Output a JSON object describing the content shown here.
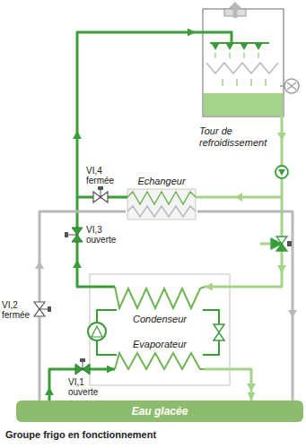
{
  "diagram": {
    "caption": "Groupe frigo en fonctionnement",
    "nodes": [
      {
        "text": [
          "Tour de refroidissement"
        ]
      },
      {
        "text": [
          "Echangeur"
        ]
      },
      {
        "text": [
          "Condenseur"
        ]
      },
      {
        "text": [
          "Evaporateur"
        ]
      },
      {
        "text": [
          "Eau glacée"
        ]
      }
    ],
    "edges": [
      {
        "from": 4,
        "to": 3,
        "arrow": "to"
      },
      {
        "from": 3,
        "to": 4,
        "arrow": "to"
      },
      {
        "from": 2,
        "to": 0,
        "arrow": "to"
      },
      {
        "from": 0,
        "to": 2,
        "arrow": "to"
      },
      {
        "from": 4,
        "to": 1,
        "arrow": "none"
      },
      {
        "from": 1,
        "to": 4,
        "arrow": "none"
      }
    ],
    "labels": [
      "VI,4 fermée",
      "VI,3 ouverte",
      "VI,2 fermée",
      "VI,1 ouverte"
    ]
  }
}
